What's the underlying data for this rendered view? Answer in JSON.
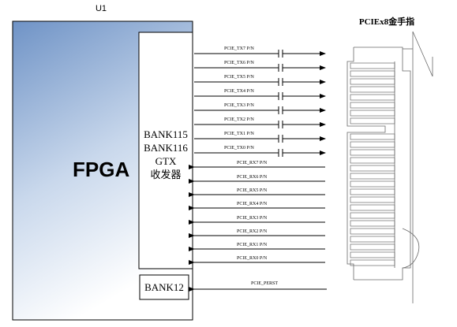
{
  "chip": {
    "designator": "U1",
    "name": "FPGA",
    "gtx_bank_lines": [
      "BANK115",
      "BANK116",
      "GTX",
      "收发器"
    ],
    "io_bank": "BANK12"
  },
  "connector": {
    "title": "PCIEx8金手指"
  },
  "tx_signals": [
    "PCIE_TX7 P/N",
    "PCIE_TX6 P/N",
    "PCIE_TX5 P/N",
    "PCIE_TX4 P/N",
    "PCIE_TX3 P/N",
    "PCIE_TX2 P/N",
    "PCIE_TX1 P/N",
    "PCIE_TX0 P/N"
  ],
  "rx_signals": [
    "PCIE_RX7 P/N",
    "PCIE_RX6 P/N",
    "PCIE_RX5 P/N",
    "PCIE_RX4 P/N",
    "PCIE_RX3 P/N",
    "PCIE_RX2 P/N",
    "PCIE_RX1 P/N",
    "PCIE_RX0 P/N"
  ],
  "reset_signal": "PCIE_PERST",
  "colors": {
    "chip_gradient_top": "#6f93c6",
    "chip_gradient_bottom": "#ffffff",
    "line": "#000000",
    "connector_line": "#6a6a6a"
  }
}
